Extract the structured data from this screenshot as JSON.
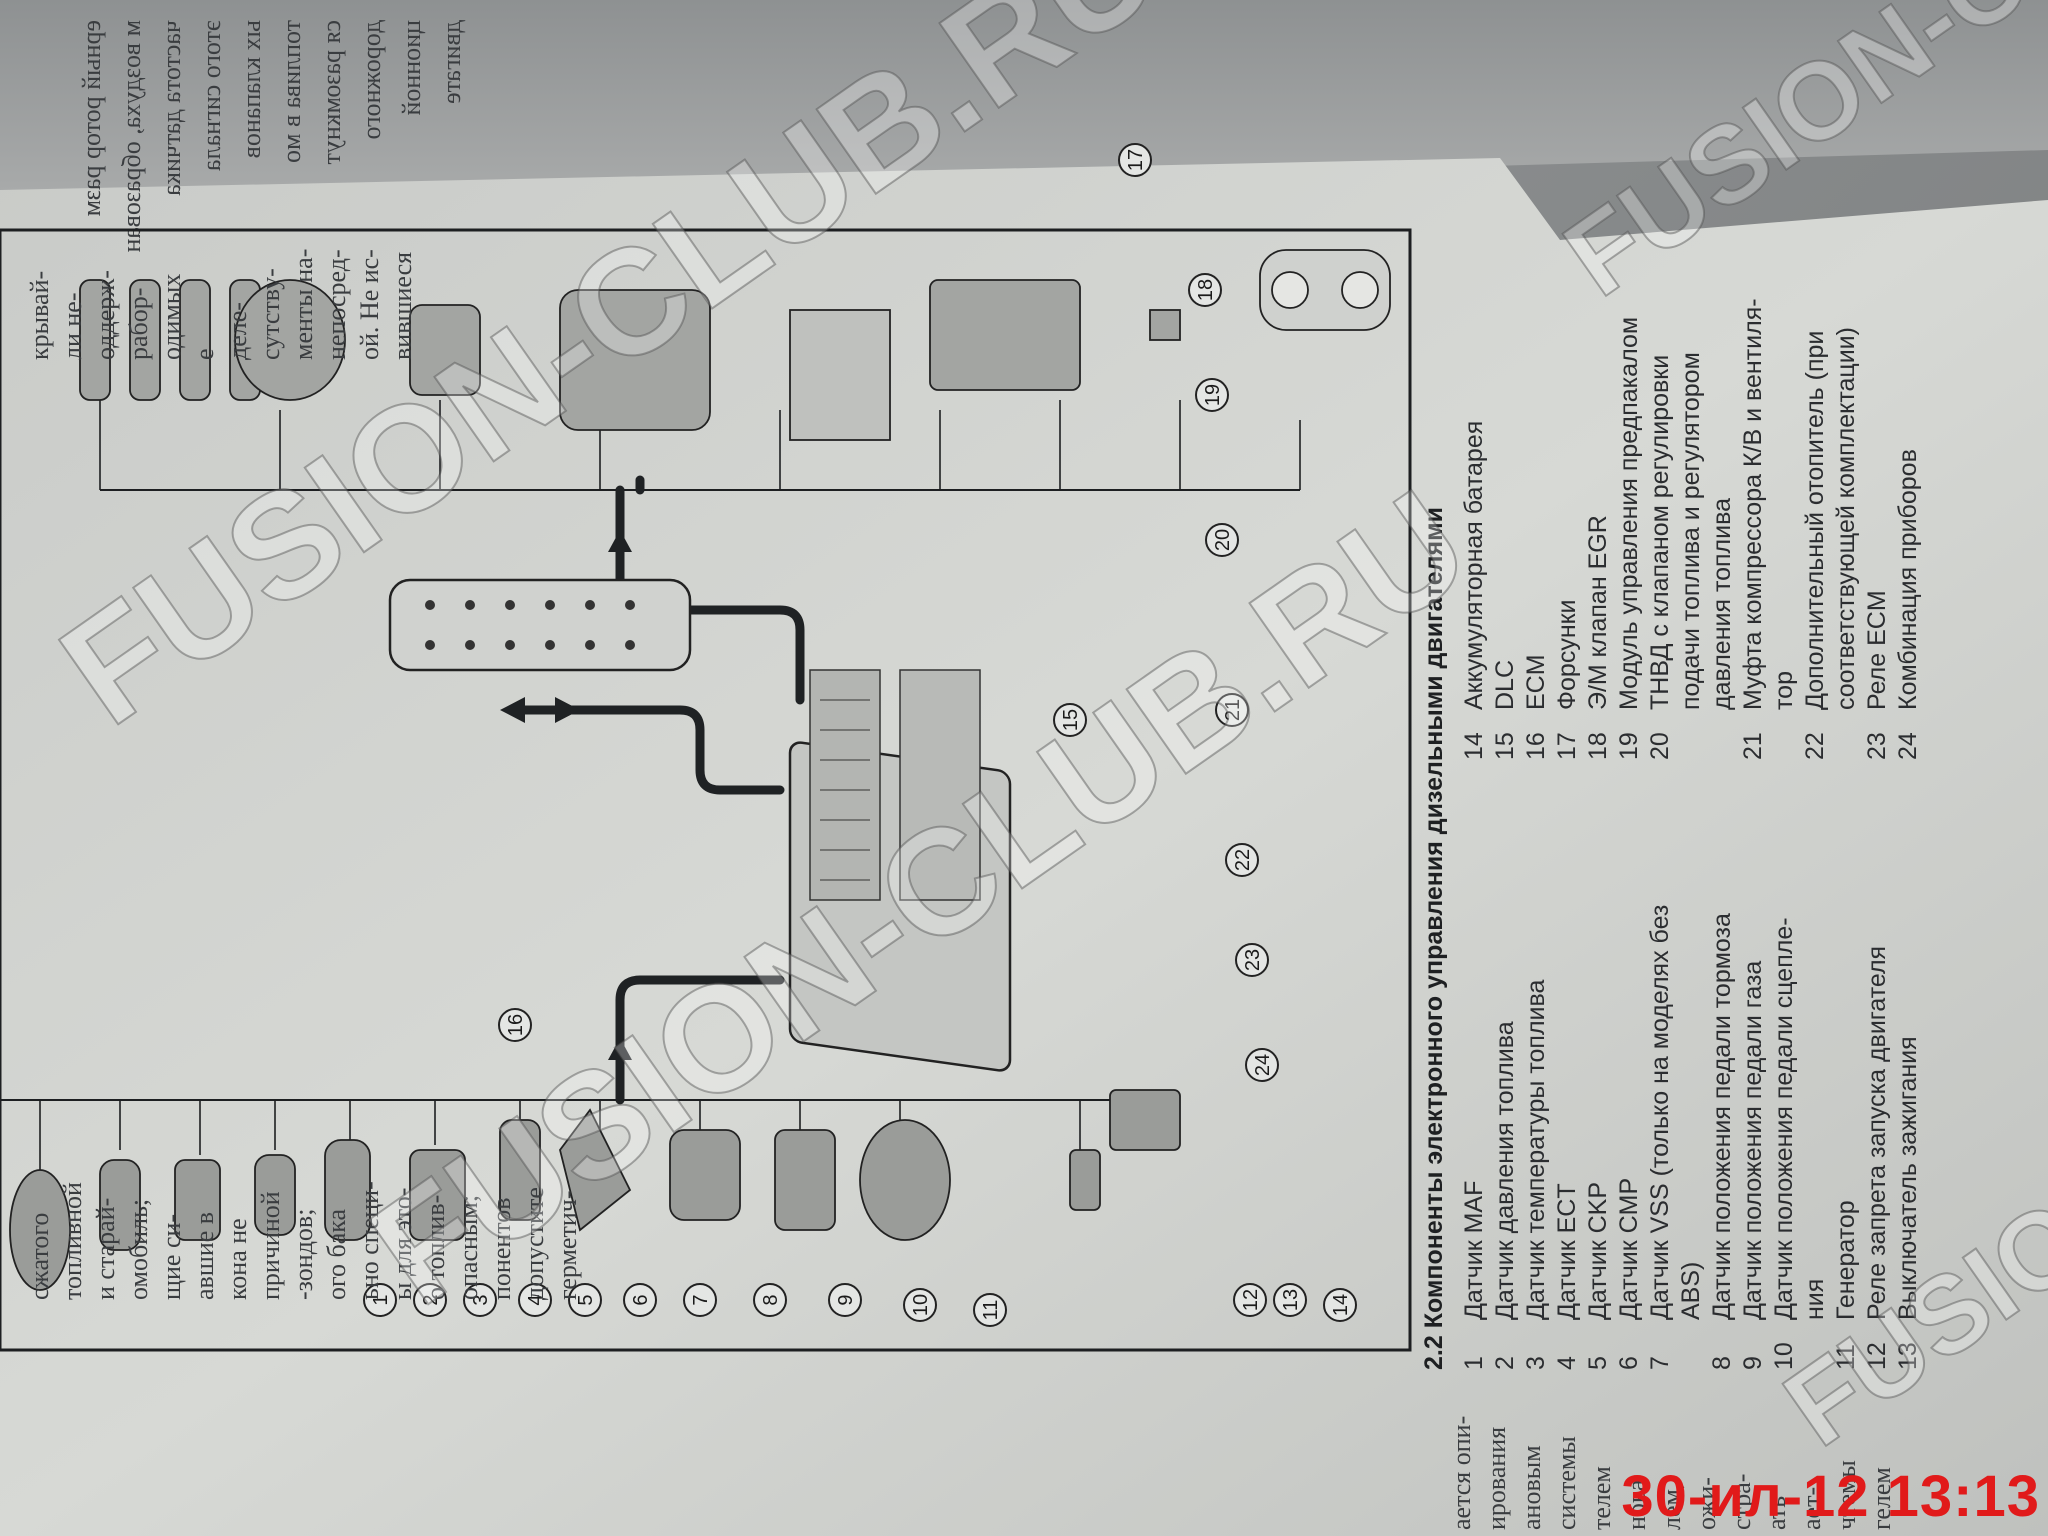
{
  "diagram": {
    "heading": "2.2 Компоненты электронного управления дизельными двигателями",
    "callouts": [
      "1",
      "2",
      "3",
      "4",
      "5",
      "6",
      "7",
      "8",
      "9",
      "10",
      "11",
      "12",
      "13",
      "14",
      "15",
      "16",
      "17",
      "18",
      "19",
      "20",
      "21",
      "22",
      "23",
      "24"
    ]
  },
  "legend": {
    "left": [
      {
        "num": "1",
        "text": "Датчик MAF"
      },
      {
        "num": "2",
        "text": "Датчик давления топлива"
      },
      {
        "num": "3",
        "text": "Датчик температуры топлива"
      },
      {
        "num": "4",
        "text": "Датчик ECT"
      },
      {
        "num": "5",
        "text": "Датчик CKP"
      },
      {
        "num": "6",
        "text": "Датчик CMP"
      },
      {
        "num": "7",
        "text": "Датчик VSS (только на моделях без"
      },
      {
        "num": "",
        "text": "ABS)"
      },
      {
        "num": "8",
        "text": "Датчик положения педали тормоза"
      },
      {
        "num": "9",
        "text": "Датчик положения педали газа"
      },
      {
        "num": "10",
        "text": "Датчик положения педали сцепле-"
      },
      {
        "num": "",
        "text": "ния"
      },
      {
        "num": "11",
        "text": "Генератор"
      },
      {
        "num": "12",
        "text": "Реле запрета запуска двигателя"
      },
      {
        "num": "13",
        "text": "Выключатель зажигания"
      }
    ],
    "right": [
      {
        "num": "14",
        "text": "Аккумуляторная батарея"
      },
      {
        "num": "15",
        "text": "DLC"
      },
      {
        "num": "16",
        "text": "ECM"
      },
      {
        "num": "17",
        "text": "Форсунки"
      },
      {
        "num": "18",
        "text": "Э/М клапан EGR"
      },
      {
        "num": "19",
        "text": "Модуль управления предпакалом"
      },
      {
        "num": "20",
        "text": "ТНВД с клапаном регулировки"
      },
      {
        "num": "",
        "text": "подачи топлива и регулятором"
      },
      {
        "num": "",
        "text": "давления топлива"
      },
      {
        "num": "21",
        "text": "Муфта компрессора К/В и вентиля-"
      },
      {
        "num": "",
        "text": "тор"
      },
      {
        "num": "22",
        "text": "Дополнительный отопитель (при"
      },
      {
        "num": "",
        "text": "соответствующей комплектации)"
      },
      {
        "num": "23",
        "text": "Реле ECM"
      },
      {
        "num": "24",
        "text": "Комбинация приборов"
      }
    ]
  },
  "book_text_left": [
    "крывай-",
    "ли не-",
    "оддерж-",
    "рабор-",
    "одимых",
    "е",
    "деле-",
    "сутству-",
    "менты на-",
    "непосред-",
    "ой. Не ис-",
    "вившиеся",
    "сжатого",
    "топливной",
    "и старай-",
    "омобиль;",
    "щие си-",
    "авшие в",
    "кона не",
    "причиной",
    "-зондов;",
    "ого бака",
    "ьно специ-",
    "ы для это-",
    "о топлив-",
    "опасным;",
    "понентов",
    "допустите",
    "герметич-"
  ],
  "book_text_right_col": [
    "ается опи-",
    "ирования",
    "ановым",
    "системы",
    "телем",
    "нова",
    "лем,",
    "ожи-",
    "стра-",
    "ать",
    "ает-",
    "чтемы",
    "гелем"
  ],
  "book_text_top": [
    "ерный ротор разм",
    "м воздуха, образован",
    "частота датчика",
    "этого сигнала",
    "ых клапанов",
    "топлива в мо",
    "ся разомкнут",
    "дорожного",
    "ционной",
    "двигате"
  ],
  "watermarks": [
    "FUSION-CLUB.RU",
    "FUSION-CLUB.RU",
    "FUSION-CLUB.RU",
    "FUSION-CLUB.RU"
  ],
  "timestamp": "30-ил-12 13:13",
  "colors": {
    "page": "#d8dad6",
    "ink": "#2b2d30",
    "stamp": "#e11a1a"
  }
}
